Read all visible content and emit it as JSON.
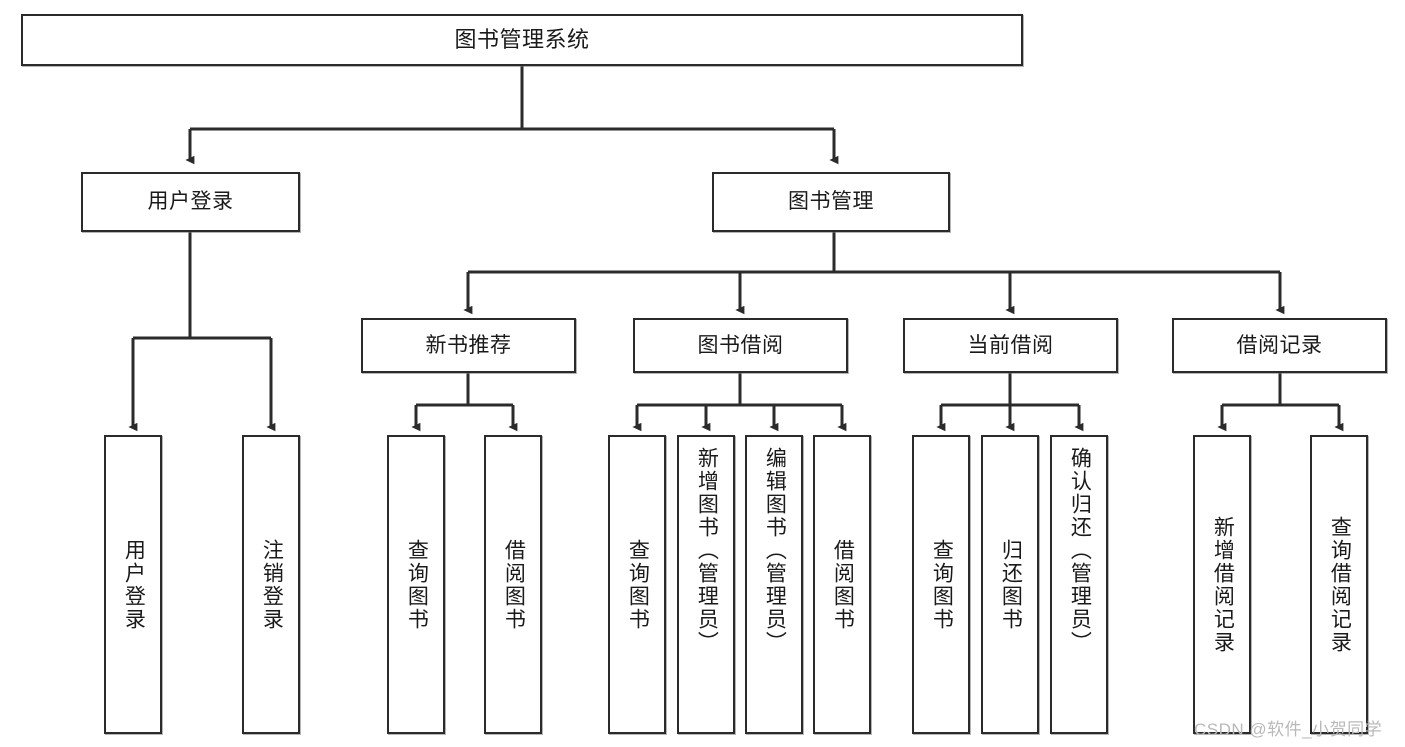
{
  "diagram": {
    "title": "图书管理系统",
    "type": "tree-hierarchy-chart",
    "background_color": "#ffffff",
    "line_color": "#2b2b2b",
    "box_border_color": "#2b2b2b",
    "box_fill_color": "#ffffff",
    "text_color": "#1a1a1a"
  },
  "root": {
    "label": "图书管理系统"
  },
  "level2": [
    {
      "label": "用户登录"
    },
    {
      "label": "图书管理"
    }
  ],
  "level3": [
    {
      "label": "新书推荐"
    },
    {
      "label": "图书借阅"
    },
    {
      "label": "当前借阅"
    },
    {
      "label": "借阅记录"
    }
  ],
  "leaves": {
    "user_login": [
      {
        "label": "用户登录"
      },
      {
        "label": "注销登录"
      }
    ],
    "new_book_recommend": [
      {
        "label": "查询图书"
      },
      {
        "label": "借阅图书"
      }
    ],
    "book_borrow": [
      {
        "label": "查询图书"
      },
      {
        "label": "新增图书（管理员）"
      },
      {
        "label": "编辑图书（管理员）"
      },
      {
        "label": "借阅图书"
      }
    ],
    "current_borrow": [
      {
        "label": "查询图书"
      },
      {
        "label": "归还图书"
      },
      {
        "label": "确认归还（管理员）"
      }
    ],
    "borrow_record": [
      {
        "label": "新增借阅记录"
      },
      {
        "label": "查询借阅记录"
      }
    ]
  },
  "watermark": {
    "text": "CSDN @软件_小贺同学"
  }
}
